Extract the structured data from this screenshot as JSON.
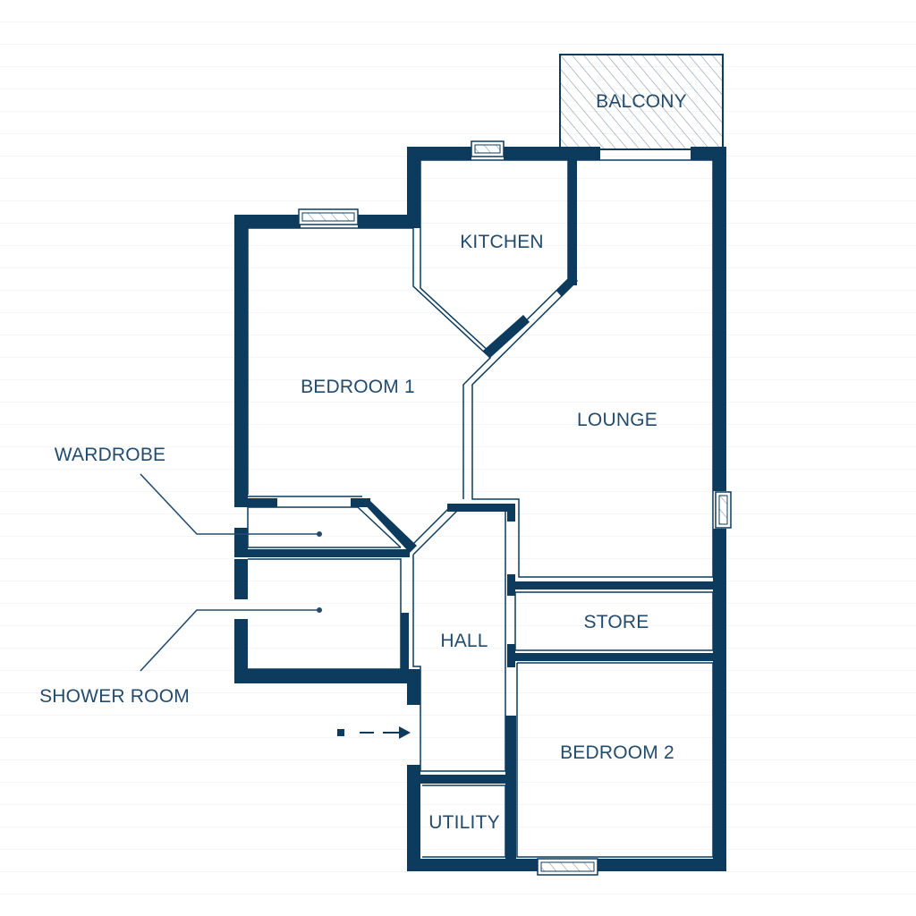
{
  "rooms": {
    "balcony": "BALCONY",
    "kitchen": "KITCHEN",
    "bedroom1": "BEDROOM 1",
    "lounge": "LOUNGE",
    "hall": "HALL",
    "store": "STORE",
    "bedroom2": "BEDROOM 2",
    "utility": "UTILITY"
  },
  "callouts": {
    "wardrobe": "WARDROBE",
    "shower_room": "SHOWER ROOM"
  },
  "colors": {
    "wall": "#0d3b5e",
    "text": "#234b6d"
  }
}
